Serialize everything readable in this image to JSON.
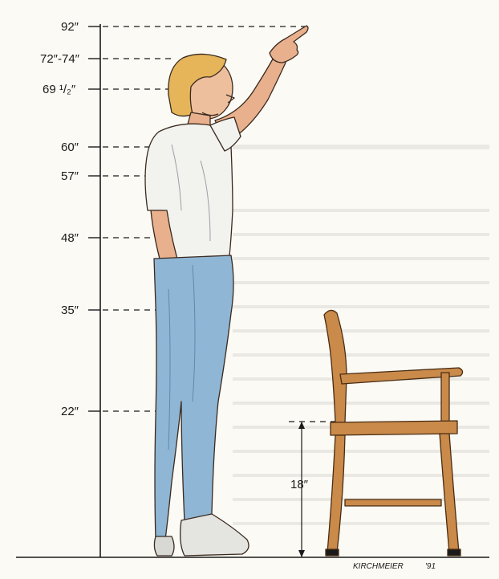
{
  "labels": {
    "h92": "92″",
    "h72_74": "72″-74″",
    "h69": "69 ¹/₂″",
    "h60": "60″",
    "h57": "57″",
    "h48": "48″",
    "h35": "35″",
    "h22": "22″",
    "seat_height": "18″"
  },
  "signature": "KIRCHMEIER",
  "signature_year": "'91",
  "colors": {
    "paper": "#fbfaf4",
    "ink": "#1a1a1a",
    "denim": "#8fb6d4",
    "skin": "#e8b08c",
    "hair": "#e6b55a",
    "chair_wood": "#c98a4a",
    "shirt": "#f2f2ee"
  },
  "icons": [
    "reaching-figure-illustration",
    "chair-illustration"
  ]
}
